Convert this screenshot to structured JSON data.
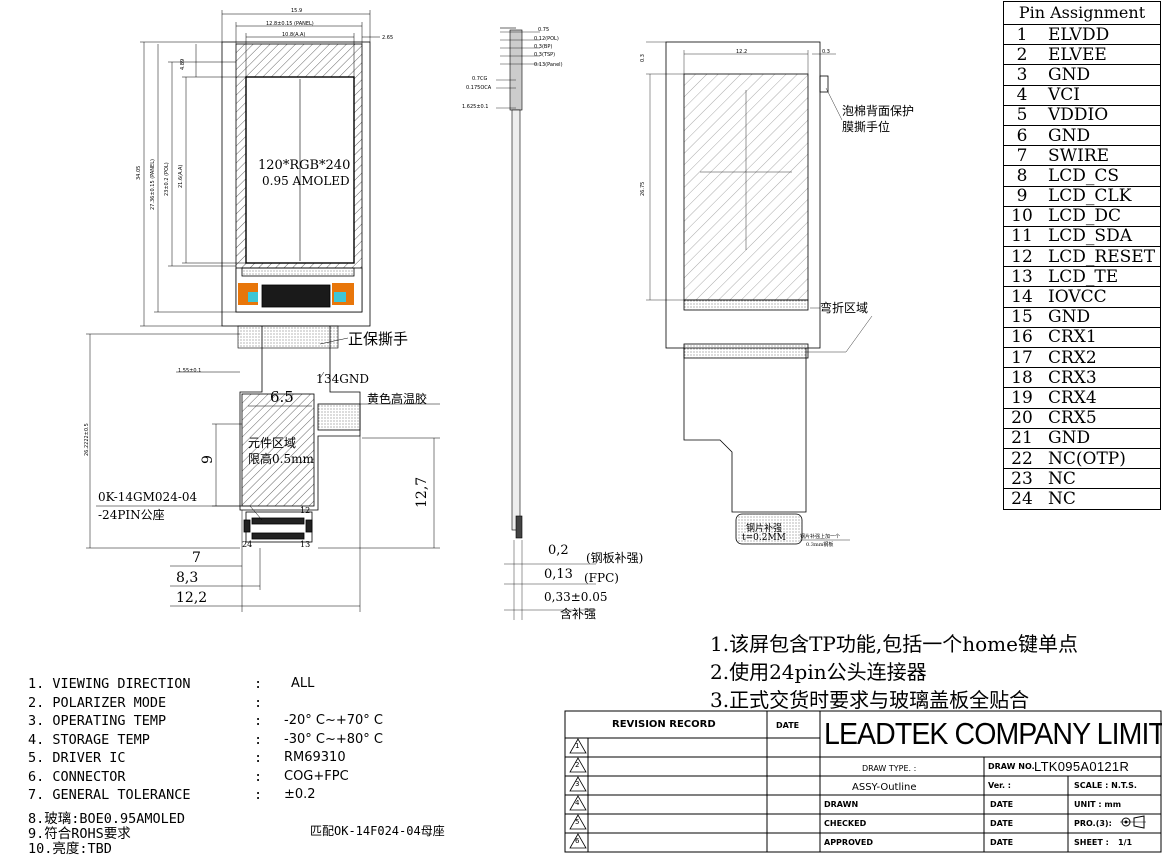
{
  "pin_table": {
    "header": "Pin Assignment",
    "rows": [
      {
        "num": "1",
        "signal": "ELVDD"
      },
      {
        "num": "2",
        "signal": "ELVEE"
      },
      {
        "num": "3",
        "signal": "GND"
      },
      {
        "num": "4",
        "signal": "VCI"
      },
      {
        "num": "5",
        "signal": "VDDIO"
      },
      {
        "num": "6",
        "signal": "GND"
      },
      {
        "num": "7",
        "signal": "SWIRE"
      },
      {
        "num": "8",
        "signal": "LCD_CS"
      },
      {
        "num": "9",
        "signal": "LCD_CLK"
      },
      {
        "num": "10",
        "signal": "LCD_DC"
      },
      {
        "num": "11",
        "signal": "LCD_SDA"
      },
      {
        "num": "12",
        "signal": "LCD_RESET"
      },
      {
        "num": "13",
        "signal": "LCD_TE"
      },
      {
        "num": "14",
        "signal": "IOVCC"
      },
      {
        "num": "15",
        "signal": "GND"
      },
      {
        "num": "16",
        "signal": "CRX1"
      },
      {
        "num": "17",
        "signal": "CRX2"
      },
      {
        "num": "18",
        "signal": "CRX3"
      },
      {
        "num": "19",
        "signal": "CRX4"
      },
      {
        "num": "20",
        "signal": "CRX5"
      },
      {
        "num": "21",
        "signal": "GND"
      },
      {
        "num": "22",
        "signal": "NC(OTP)"
      },
      {
        "num": "23",
        "signal": "NC"
      },
      {
        "num": "24",
        "signal": "NC"
      }
    ]
  },
  "front_view": {
    "dims": {
      "overall_width": "15.9",
      "panel_width": "12.8±0.15 (PANEL)",
      "aa_width": "10.8(A.A)",
      "right_offset": "2.65",
      "top_offset": "4.89",
      "overall_height": "34.05",
      "panel_height": "27.36±0.15 (PANEL)",
      "pol_height": "23±0.2 (POL)",
      "aa_height": "21.6(A.A)",
      "fpc_length": "26.2222±0.5",
      "small_dim": "1.55±0.1",
      "dim_6_5": "6.5",
      "dim_9": "9",
      "dim_12_7": "12,7",
      "dim_7": "7",
      "dim_8_3": "8,3",
      "dim_12_2": "12,2"
    },
    "resolution_label": "120*RGB*240",
    "panel_label": "0.95 AMOLED",
    "pin_label_12": "12",
    "pin_label_1": "1",
    "pin_label_13": "13",
    "pin_label_24": "24",
    "callouts": {
      "tear_tab": "正保撕手",
      "gnd_34": "34GND",
      "yellow_glue": "黄色高温胶",
      "component_area_1": "元件区域",
      "component_area_2": "限高0.5mm",
      "connector_part": "0K-14GM024-04",
      "connector_desc": "-24PIN公座"
    }
  },
  "side_view": {
    "dims": [
      "0.75",
      "0.12(POL)",
      "0.3(BP)",
      "0.3(TSP)",
      "0.13(Panel)",
      "0.7CG",
      "0.175OCA",
      "1.625±0.1"
    ],
    "stiffener": "0,2",
    "stiffener_note": "(钢板补强)",
    "fpc": "0,13",
    "fpc_note": "(FPC)",
    "total": "0,33±0.05",
    "total_note": "含补强"
  },
  "back_view": {
    "dims": {
      "width": "12.2",
      "top_right": "0.3",
      "top_left": "0.3",
      "height": "26.75"
    },
    "callouts": {
      "foam_1": "泡棉背面保护",
      "foam_2": "膜撕手位",
      "bend_area": "弯折区域",
      "steel_1": "钢片补强",
      "steel_2": "t=0.2MM",
      "steel_3": "钢片补强上加一个",
      "steel_4": "0.3mm钢板"
    }
  },
  "notes": [
    "1.该屏包含TP功能,包括一个home键单点",
    "2.使用24pin公头连接器",
    "3.正式交货时要求与玻璃盖板全贴合"
  ],
  "specs": [
    {
      "label": "1. VIEWING  DIRECTION",
      "value": "ALL"
    },
    {
      "label": "2. POLARIZER MODE",
      "value": ""
    },
    {
      "label": "3. OPERATING TEMP",
      "value": "-20° C~+70° C"
    },
    {
      "label": "4. STORAGE TEMP",
      "value": "-30° C~+80° C"
    },
    {
      "label": "5. DRIVER IC",
      "value": "RM69310"
    },
    {
      "label": "6. CONNECTOR",
      "value": "COG+FPC"
    },
    {
      "label": "7. GENERAL TOLERANCE",
      "value": "±0.2"
    }
  ],
  "spec_colon": ":",
  "extra_specs": [
    "8.玻璃:BOE0.95AMOLED",
    "9.符合ROHS要求",
    "10.亮度:TBD"
  ],
  "mating_note": "匹配OK-14F024-04母座",
  "title_block": {
    "revision_header": "REVISION  RECORD",
    "date_header": "DATE",
    "revisions": [
      "1",
      "2",
      "3",
      "4",
      "5",
      "6"
    ],
    "company": "LEADTEK COMPANY LIMITED",
    "draw_type_label": "DRAW TYPE. :",
    "draw_type_value": "ASSY-Outline",
    "draw_no_label": "DRAW NO.",
    "draw_no_value": "LTK095A0121R",
    "ver_label": "Ver. :",
    "scale_label": "SCALE : N.T.S.",
    "drawn_label": "DRAWN",
    "checked_label": "CHECKED",
    "approved_label": "APPROVED",
    "date_label": "DATE",
    "unit_label": "UNIT : mm",
    "pro_label": "PRO.(3):",
    "sheet_label": "SHEET :",
    "sheet_value": "1/1"
  },
  "colors": {
    "orange": "#e8760a",
    "cyan": "#3ec6d6",
    "dark": "#1a1a1a"
  }
}
